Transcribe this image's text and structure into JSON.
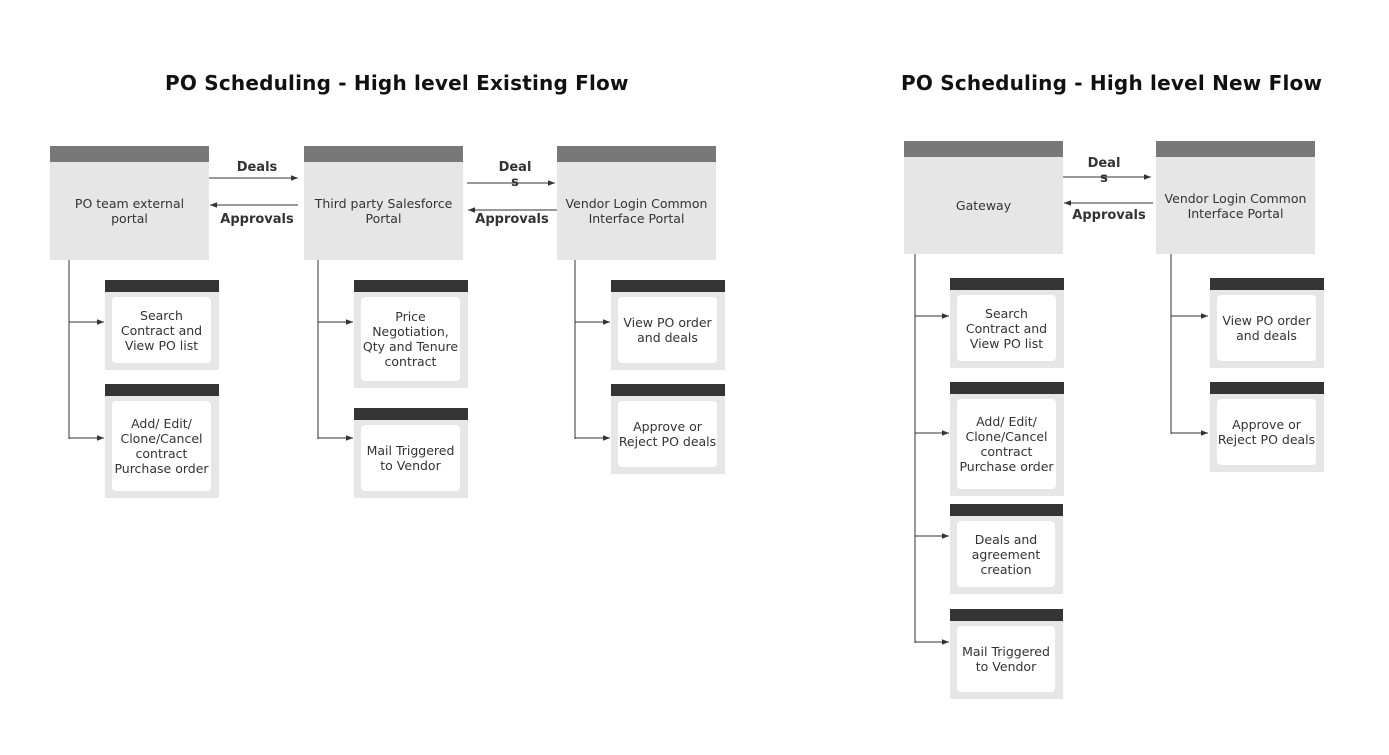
{
  "existing": {
    "title": "PO Scheduling - High level Existing Flow",
    "po_portal": "PO team external portal",
    "salesforce": "Third party Salesforce Portal",
    "vendor": "Vendor Login Common Interface Portal",
    "deals_1": "Deals",
    "approvals_1": "Approvals",
    "deals_2": "Deal\ns",
    "approvals_2": "Approvals",
    "search": "Search Contract and View PO list",
    "add_edit": "Add/ Edit/ Clone/Cancel contract Purchase order",
    "price": "Price Negotiation, Qty and Tenure contract",
    "mail": "Mail Triggered to Vendor",
    "view_po": "View PO order and deals",
    "approve": "Approve or Reject PO deals"
  },
  "new": {
    "title": "PO Scheduling - High level New Flow",
    "gateway": "Gateway",
    "vendor": "Vendor Login Common Interface Portal",
    "deals": "Deal\ns",
    "approvals": "Approvals",
    "search": "Search Contract and View PO list",
    "add_edit": "Add/ Edit/ Clone/Cancel contract Purchase order",
    "deals_agreement": "Deals and agreement creation",
    "mail": "Mail Triggered to Vendor",
    "view_po": "View PO order and deals",
    "approve": "Approve or Reject PO deals"
  }
}
